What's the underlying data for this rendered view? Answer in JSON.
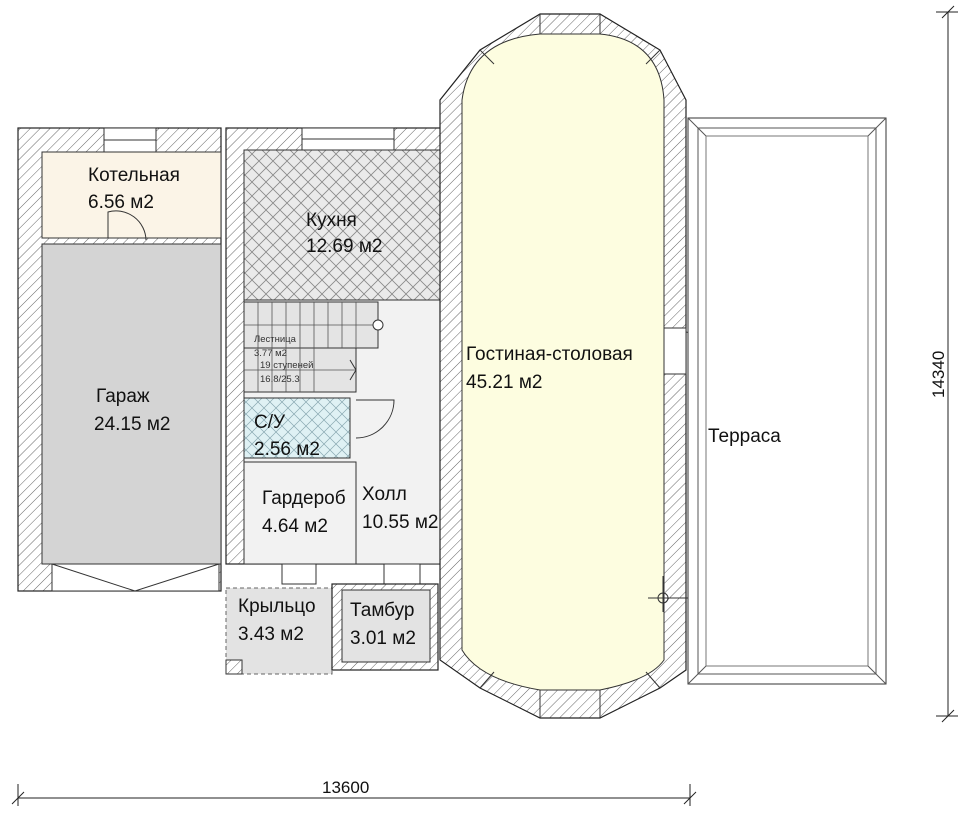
{
  "rooms": {
    "boiler": {
      "name": "Котельная",
      "area": "6.56 м2"
    },
    "kitchen": {
      "name": "Кухня",
      "area": "12.69 м2"
    },
    "garage": {
      "name": "Гараж",
      "area": "24.15 м2"
    },
    "living": {
      "name": "Гостиная-столовая",
      "area": "45.21 м2"
    },
    "bathroom": {
      "name": "С/У",
      "area": "2.56 м2"
    },
    "wardrobe": {
      "name": "Гардероб",
      "area": "4.64 м2"
    },
    "hall": {
      "name": "Холл",
      "area": "10.55 м2"
    },
    "porch": {
      "name": "Крыльцо",
      "area": "3.43 м2"
    },
    "vestibule": {
      "name": "Тамбур",
      "area": "3.01 м2"
    },
    "terrace": {
      "name": "Терраса"
    }
  },
  "stair": {
    "line1": "Лестница",
    "line2": "3.77 м2",
    "line3": "19 ступеней",
    "line4": "16.8/25.3"
  },
  "dimensions": {
    "width": "13600",
    "height": "14340"
  },
  "colors": {
    "boiler_fill": "#fbf4e7",
    "garage_fill": "#d4d4d4",
    "living_fill": "#fdfde0",
    "bathroom_fill": "#dff1f4",
    "porch_fill": "#e3e3e3",
    "hall_fill": "#f2f2f2"
  }
}
